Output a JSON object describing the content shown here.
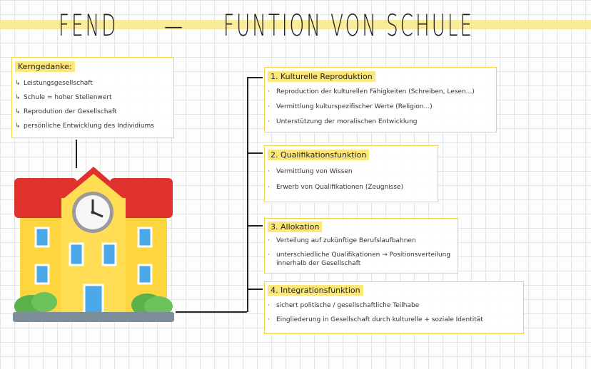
{
  "header": {
    "left": "FEND",
    "dash": "—",
    "right": "FUNTION VON SCHULE"
  },
  "kerngedanke": {
    "title": "Kerngedanke:",
    "marker": "↳",
    "items": [
      "Leistungsgesellschaft",
      "Schule = hoher Stellenwert",
      "Reprodution der Gesellschaft",
      "persönliche Entwicklung des Individiums"
    ]
  },
  "functions": [
    {
      "title": "1. Kulturelle Reproduktion",
      "items": [
        "Reproduction der kulturellen Fähigkeiten (Schreiben, Lesen...)",
        "Vermittlung kulturspezifischer Werte (Religion...)",
        "Unterstützung der moralischen Entwicklung"
      ]
    },
    {
      "title": "2. Qualifikationsfunktion",
      "items": [
        "Vermittlung von Wissen",
        "Erwerb von Qualifikationen (Zeugnisse)"
      ]
    },
    {
      "title": "3. Allokation",
      "items": [
        "Verteilung auf zukünftige Berufslaufbahnen",
        "unterschiedliche Qualifikationen → Positionsverteilung",
        "innerhalb der Gesellschaft"
      ]
    },
    {
      "title": "4. Integrationsfunktion",
      "items": [
        "sichert politische / gesellschaftliche Teilhabe",
        "Eingliederung in Gesellschaft durch kulturelle + soziale Identität"
      ]
    }
  ],
  "bullet": "·",
  "colors": {
    "highlight": "#fbe77a",
    "border": "#f3d548",
    "roof": "#e0322d",
    "wall": "#fcd53f",
    "window": "#4aa8e8"
  },
  "icons": [
    "school-building-icon",
    "clock-icon",
    "bush-icon"
  ]
}
